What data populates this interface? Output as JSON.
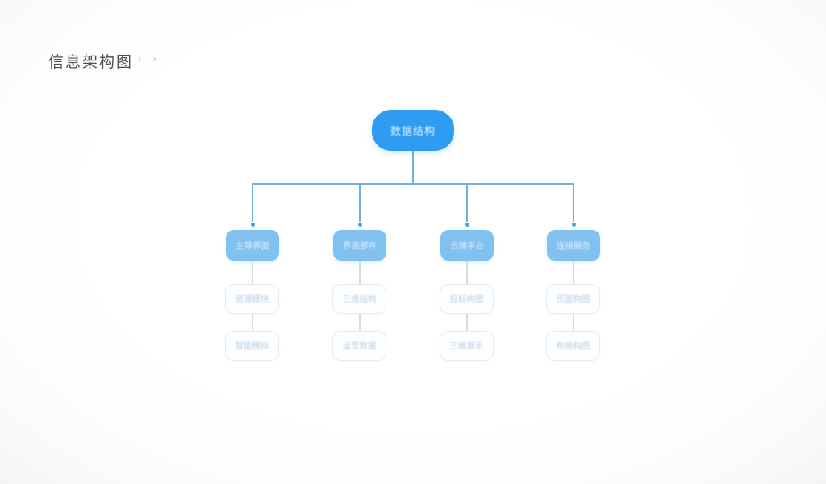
{
  "header": {
    "title": "信息架构图",
    "chevron1": "›",
    "chevron2": "›"
  },
  "diagram": {
    "root": {
      "label": "数据结构"
    },
    "branches": [
      {
        "label": "主导界面",
        "children": [
          "资源模块",
          "智能模拟"
        ]
      },
      {
        "label": "界面部件",
        "children": [
          "三维结构",
          "运营数据"
        ]
      },
      {
        "label": "云端平台",
        "children": [
          "目标构图",
          "三维展示"
        ]
      },
      {
        "label": "连接服务",
        "children": [
          "页面构图",
          "布局构图"
        ]
      }
    ]
  },
  "icons": {
    "breadcrumb_separator": "chevron-right-icon"
  },
  "colors": {
    "root_fill": "#2d9cf1",
    "branch_fill": "#81c1ef",
    "leaf_border": "#e6ebf1",
    "leaf_text": "#b7d0e7",
    "connector_top": "#6fb0e0",
    "connector_dot": "#4e9fda",
    "connector_bottom": "#d3dde8",
    "title_text": "#4d4d4d"
  }
}
